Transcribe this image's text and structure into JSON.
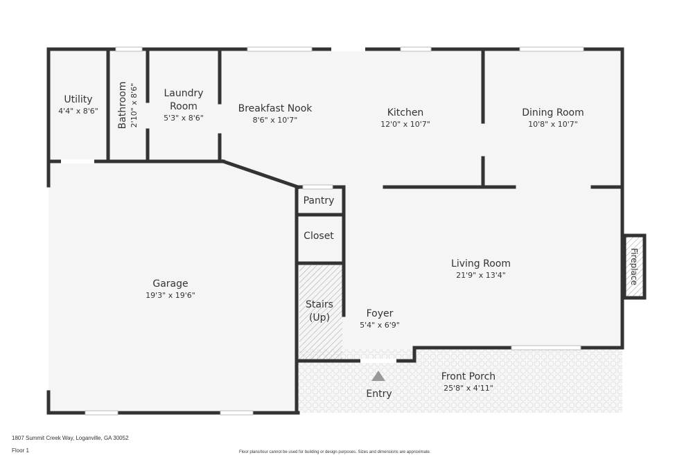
{
  "rooms": {
    "utility": {
      "name": "Utility",
      "dim": "4'4\" x 8'6\""
    },
    "bathroom": {
      "name": "Bathroom",
      "dim": "2'10\" x 8'6\""
    },
    "laundry": {
      "name1": "Laundry",
      "name2": "Room",
      "dim": "5'3\" x 8'6\""
    },
    "nook": {
      "name": "Breakfast Nook",
      "dim": "8'6\" x 10'7\""
    },
    "kitchen": {
      "name": "Kitchen",
      "dim": "12'0\" x 10'7\""
    },
    "dining": {
      "name": "Dining Room",
      "dim": "10'8\" x 10'7\""
    },
    "pantry": {
      "name": "Pantry"
    },
    "closet": {
      "name": "Closet"
    },
    "stairs": {
      "name1": "Stairs",
      "name2": "(Up)"
    },
    "garage": {
      "name": "Garage",
      "dim": "19'3\" x 19'6\""
    },
    "living": {
      "name": "Living Room",
      "dim": "21'9\" x 13'4\""
    },
    "foyer": {
      "name": "Foyer",
      "dim": "5'4\" x 6'9\""
    },
    "fireplace": {
      "name": "Fireplace"
    },
    "porch": {
      "name": "Front Porch",
      "dim": "25'8\" x 4'11\""
    },
    "entry": {
      "name": "Entry"
    }
  },
  "footer": {
    "address": "1807 Summit Creek Way, Loganville, GA 30052",
    "floor": "Floor 1",
    "disclaimer": "Floor plans/tour cannot be used for building or design purposes. Sizes and dimensions are approximate."
  },
  "colors": {
    "wall": "#333333",
    "floor": "#f5f5f5",
    "window": "#ffffff"
  }
}
